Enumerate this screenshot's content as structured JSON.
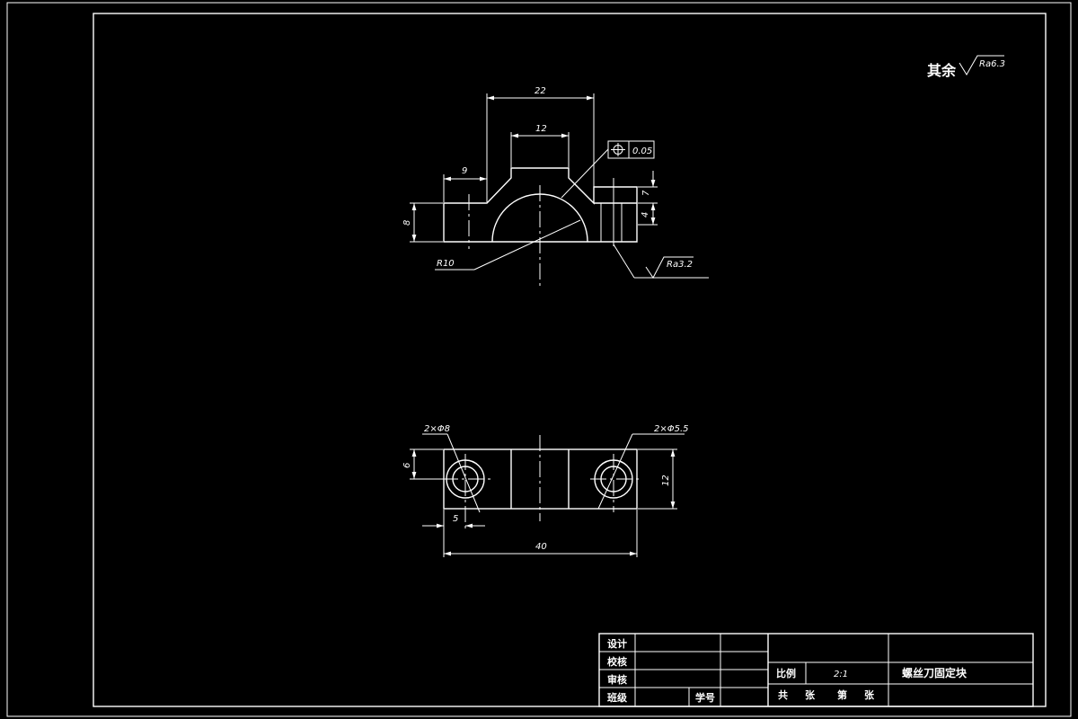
{
  "colors": {
    "background": "#000000",
    "lines": "#ffffff"
  },
  "surface_note": {
    "label": "其余",
    "roughness": "Ra6.3"
  },
  "front_view": {
    "dim_width_top": "22",
    "dim_slot": "12",
    "dim_step": "9",
    "dim_height": "8",
    "dim_hole_depth": "7",
    "dim_counterbore": "4",
    "tolerance_value": "0.05",
    "radius_label": "R10",
    "roughness": "Ra3.2"
  },
  "top_view": {
    "counterbore_label": "2×Φ8",
    "hole_label": "2×Φ5.5",
    "dim_offset_y": "6",
    "dim_depth": "12",
    "dim_offset_x": "5",
    "dim_length": "40"
  },
  "title_block": {
    "design": "设计",
    "check": "校核",
    "review": "审核",
    "class": "班级",
    "student_no": "学号",
    "scale_label": "比例",
    "scale_value": "2:1",
    "part_name": "螺丝刀固定块",
    "total_label": "共",
    "sheets_label": "张",
    "sheet_no_label": "第",
    "sheet_label": "张"
  }
}
